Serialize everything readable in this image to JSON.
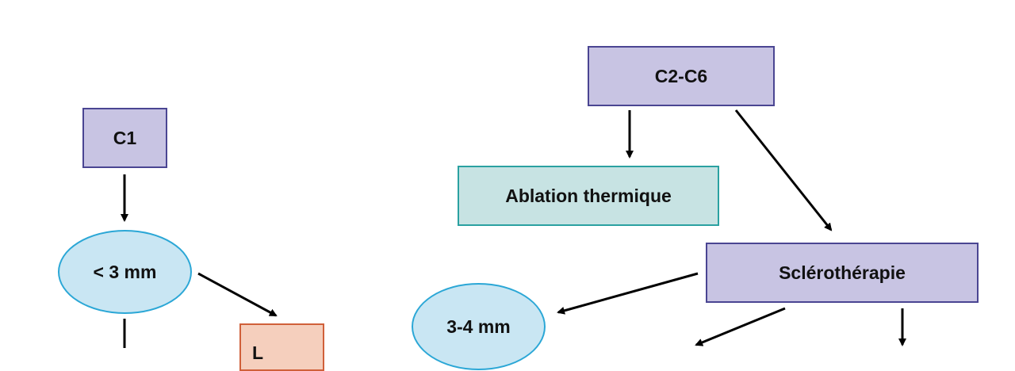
{
  "nodes": {
    "c1": "C1",
    "c2c6": "C2-C6",
    "ablation": "Ablation thermique",
    "sclero": "Sclérothérapie",
    "lt3mm": "< 3 mm",
    "mm34": "3-4 mm",
    "partial": "L"
  },
  "colors": {
    "purple_fill": "#c8c4e3",
    "purple_border": "#4a4592",
    "teal_fill": "#c7e3e3",
    "teal_border": "#2aa1a1",
    "blue_fill": "#c9e6f3",
    "blue_border": "#2ba7d6",
    "orange_fill": "#f5cfbd",
    "orange_border": "#d0603a",
    "arrow": "#000000"
  }
}
